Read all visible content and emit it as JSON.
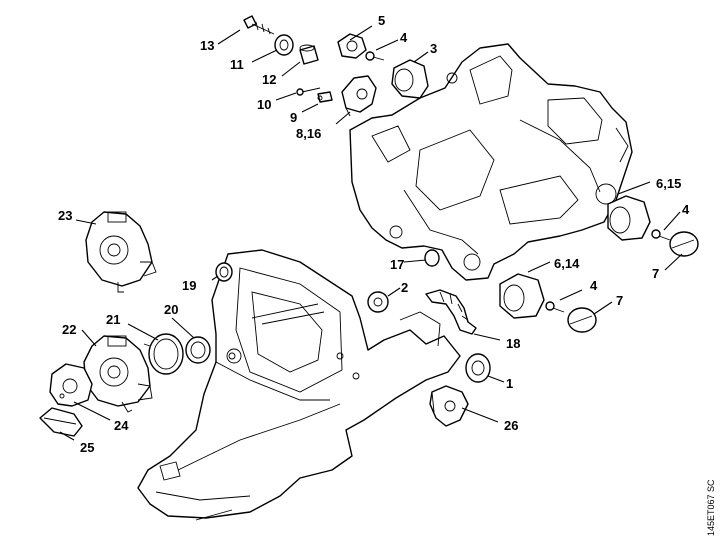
{
  "drawing_code": "145ET067 SC",
  "callouts": [
    {
      "id": "c1",
      "label": "1"
    },
    {
      "id": "c2",
      "label": "2"
    },
    {
      "id": "c3",
      "label": "3"
    },
    {
      "id": "c4a",
      "label": "4"
    },
    {
      "id": "c4b",
      "label": "4"
    },
    {
      "id": "c4c",
      "label": "4"
    },
    {
      "id": "c5",
      "label": "5"
    },
    {
      "id": "c6_14",
      "label": "6,14"
    },
    {
      "id": "c6_15",
      "label": "6,15"
    },
    {
      "id": "c7a",
      "label": "7"
    },
    {
      "id": "c7b",
      "label": "7"
    },
    {
      "id": "c8_16",
      "label": "8,16"
    },
    {
      "id": "c9",
      "label": "9"
    },
    {
      "id": "c10",
      "label": "10"
    },
    {
      "id": "c11",
      "label": "11"
    },
    {
      "id": "c12",
      "label": "12"
    },
    {
      "id": "c13",
      "label": "13"
    },
    {
      "id": "c17",
      "label": "17"
    },
    {
      "id": "c18",
      "label": "18"
    },
    {
      "id": "c19",
      "label": "19"
    },
    {
      "id": "c20",
      "label": "20"
    },
    {
      "id": "c21",
      "label": "21"
    },
    {
      "id": "c22",
      "label": "22"
    },
    {
      "id": "c23",
      "label": "23"
    },
    {
      "id": "c24",
      "label": "24"
    },
    {
      "id": "c25",
      "label": "25"
    },
    {
      "id": "c26",
      "label": "26"
    }
  ]
}
